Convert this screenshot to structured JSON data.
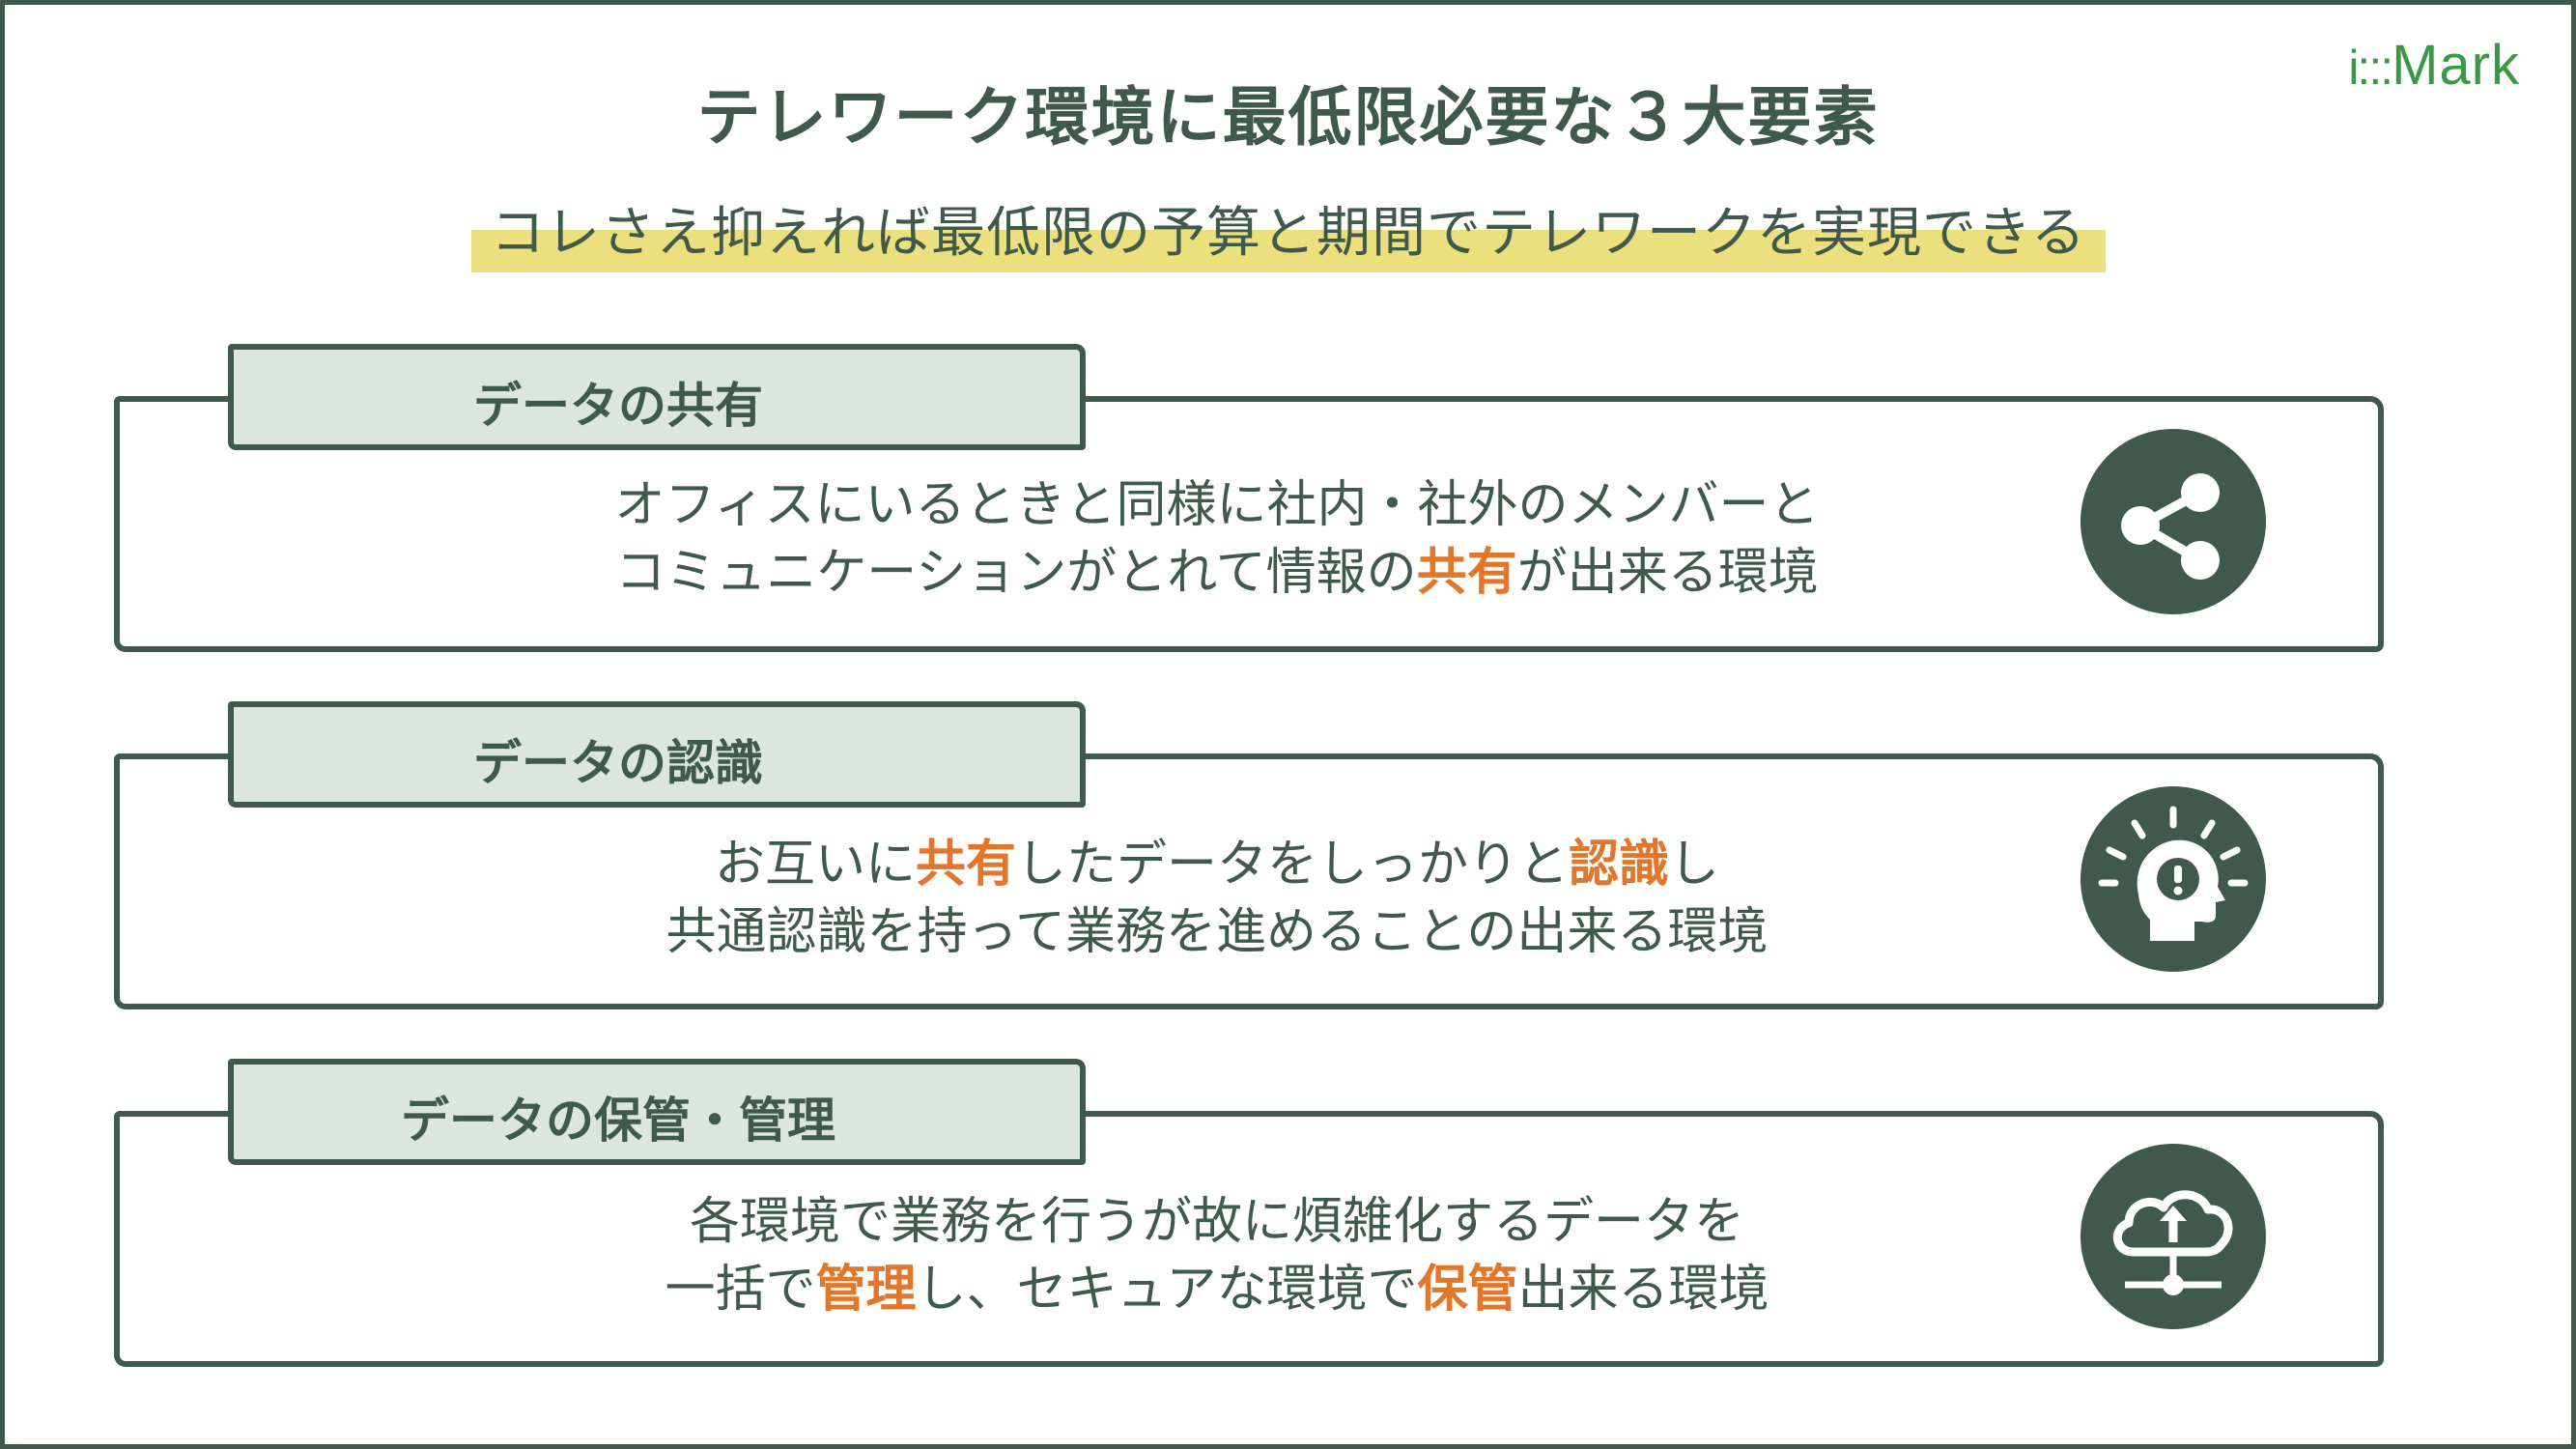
{
  "logo": {
    "dots": "i:::",
    "text": "Mark"
  },
  "title": "テレワーク環境に最低限必要な３大要素",
  "subtitle": "コレさえ抑えれば最低限の予算と期間でテレワークを実現できる",
  "colors": {
    "primary": "#3f5a4c",
    "highlight": "#e2762b",
    "marker": "#ece07e",
    "tab_fill": "#dde5df",
    "logo": "#3a9a44"
  },
  "cards": [
    {
      "label": "データの共有",
      "icon": "share-icon",
      "line1": {
        "a": "オフィスにいるときと同様に社内・社外のメンバーと"
      },
      "line2": {
        "a": "コミュニケーションがとれて情報の",
        "hl1": "共有",
        "b": "が出来る環境"
      }
    },
    {
      "label": "データの認識",
      "icon": "head-idea-icon",
      "line1": {
        "a": "お互いに",
        "hl1": "共有",
        "b": "したデータをしっかりと",
        "hl2": "認識",
        "c": "し"
      },
      "line2": {
        "a": "共通認識を持って業務を進めることの出来る環境"
      }
    },
    {
      "label": "データの保管・管理",
      "icon": "cloud-upload-icon",
      "line1": {
        "a": "各環境で業務を行うが故に煩雑化するデータを"
      },
      "line2": {
        "a": "一括で",
        "hl1": "管理",
        "b": "し、セキュアな環境で",
        "hl2": "保管",
        "c": "出来る環境"
      }
    }
  ]
}
